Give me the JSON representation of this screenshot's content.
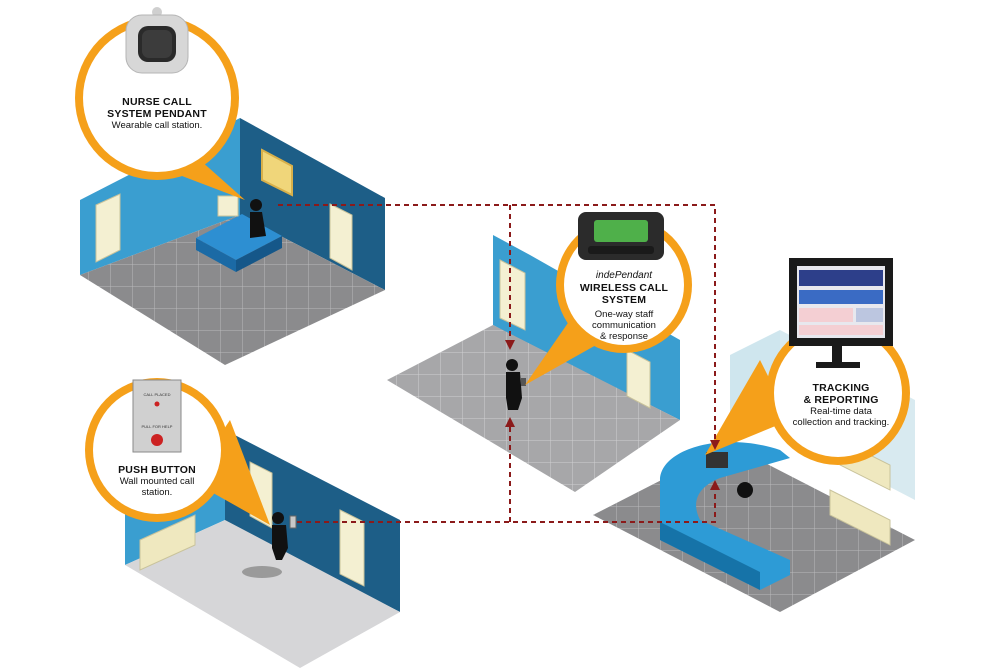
{
  "callouts": {
    "pendant": {
      "title_line1": "NURSE CALL",
      "title_line2": "SYSTEM PENDANT",
      "desc": "Wearable call station."
    },
    "push_button": {
      "title": "PUSH BUTTON",
      "desc_line1": "Wall mounted call",
      "desc_line2": "station.",
      "device_label_top": "CALL PLACED",
      "device_label_bottom": "PULL FOR HELP"
    },
    "wireless": {
      "brand": "indePendant",
      "title_line1": "WIRELESS CALL",
      "title_line2": "SYSTEM",
      "desc_line1": "One-way staff",
      "desc_line2": "communication",
      "desc_line3": "& response"
    },
    "tracking": {
      "title_line1": "TRACKING",
      "title_line2": "& REPORTING",
      "desc_line1": "Real-time data",
      "desc_line2": "collection and tracking."
    }
  },
  "colors": {
    "callout_orange": "#f5a01a",
    "wall_blue": "#1d5e87",
    "wall_light_blue": "#3a9ed0",
    "floor_gray": "#8a8a8c",
    "connector_red": "#8b1a1a",
    "door_cream": "#f4f0d2"
  }
}
